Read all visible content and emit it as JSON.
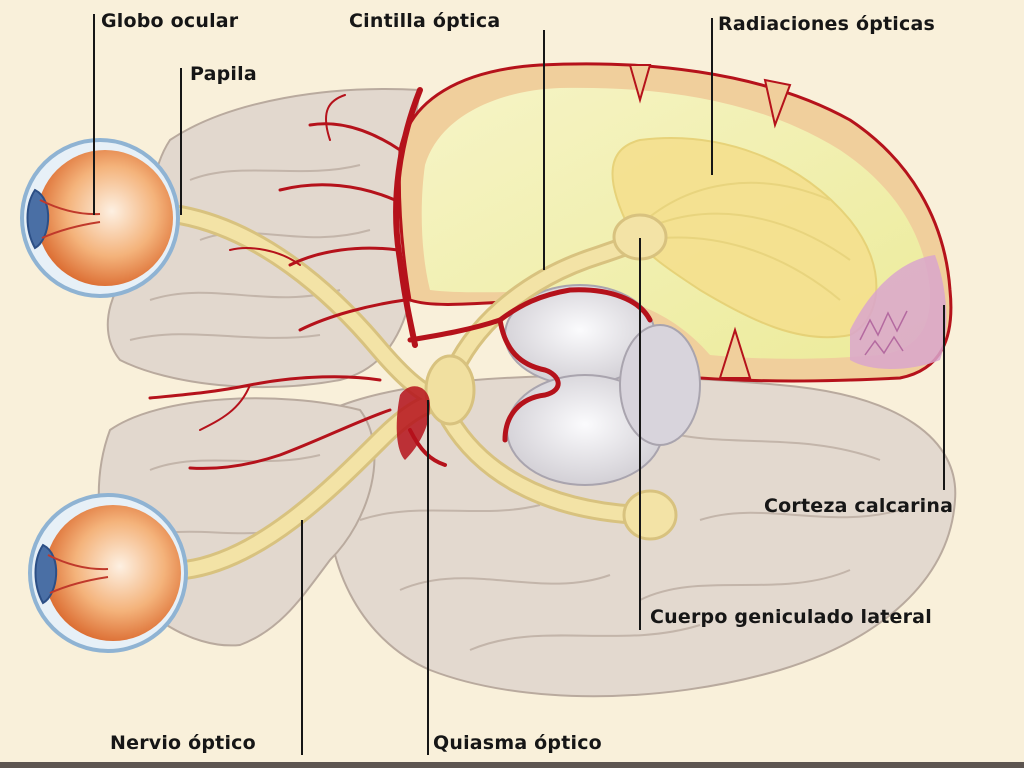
{
  "labels": {
    "globo_ocular": "Globo ocular",
    "papila": "Papila",
    "cintilla_optica": "Cintilla óptica",
    "radiaciones_opticas": "Radiaciones ópticas",
    "corteza_calcarina": "Corteza calcarina",
    "cuerpo_geniculado_lateral": "Cuerpo geniculado lateral",
    "nervio_optico": "Nervio óptico",
    "quiasma_optico": "Quiasma óptico"
  },
  "colors": {
    "background": "#f9f0da",
    "brain_tissue": "#e4dbd2",
    "brain_shadow": "#c9bcb2",
    "white_matter": "#f4f1a8",
    "optic_pathway": "#f3e3a6",
    "artery": "#b5121b",
    "eye_iris": "#e0762c",
    "eye_rim": "#8fb3d3",
    "calcarine_cortex": "#d9a6cc",
    "leader_line": "#161616",
    "label_text": "#161616"
  }
}
